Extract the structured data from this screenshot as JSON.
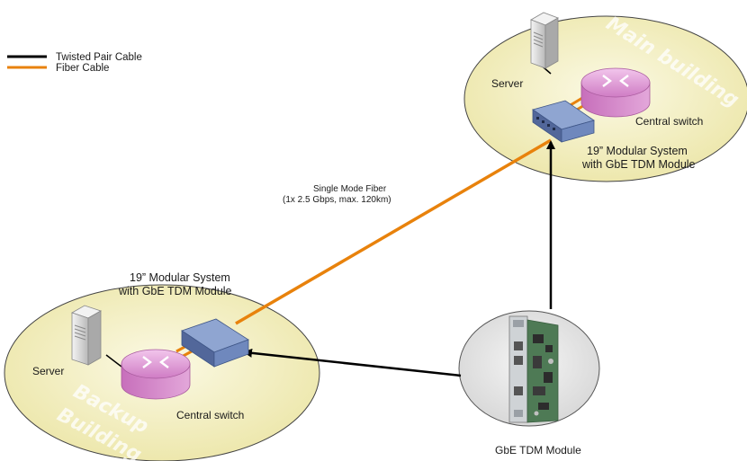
{
  "legend": {
    "items": [
      {
        "label": "Twisted Pair Cable",
        "color": "#000000"
      },
      {
        "label": "Fiber Cable",
        "color": "#e8820c"
      }
    ]
  },
  "main_site": {
    "building_label": "Main building",
    "server_label": "Server",
    "switch_label": "Central switch",
    "system_label_line1": "19” Modular System",
    "system_label_line2": "with GbE TDM Module"
  },
  "backup_site": {
    "building_label_line1": "Backup",
    "building_label_line2": "Building",
    "server_label": "Server",
    "switch_label": "Central switch",
    "system_label_line1": "19” Modular System",
    "system_label_line2": "with GbE TDM Module"
  },
  "link": {
    "label_line1": "Single Mode Fiber",
    "label_line2": "(1x 2.5 Gbps, max. 120km)"
  },
  "module": {
    "label": "GbE TDM Module"
  },
  "colors": {
    "building": "#f3efc0",
    "fiber": "#e8820c",
    "twisted_pair": "#000000",
    "switch": "#d98fcf",
    "system_box": "#6f88bd"
  }
}
